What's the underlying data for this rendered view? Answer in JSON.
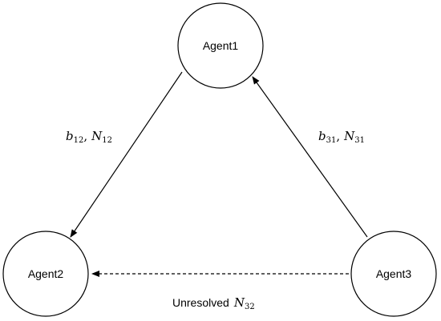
{
  "nodes": {
    "agent1": {
      "label": "Agent1"
    },
    "agent2": {
      "label": "Agent2"
    },
    "agent3": {
      "label": "Agent3"
    }
  },
  "edges": {
    "agent1_to_agent2": {
      "from": "Agent1",
      "to": "Agent2",
      "style": "solid",
      "label": {
        "var1": "b",
        "sub1": "12",
        "sep": ",",
        "var2": "N",
        "sub2": "12"
      }
    },
    "agent3_to_agent1": {
      "from": "Agent3",
      "to": "Agent1",
      "style": "solid",
      "label": {
        "var1": "b",
        "sub1": "31",
        "sep": ",",
        "var2": "N",
        "sub2": "31"
      }
    },
    "agent3_to_agent2": {
      "from": "Agent3",
      "to": "Agent2",
      "style": "dashed",
      "label": {
        "prefix": "Unresolved",
        "var": "N",
        "sub": "32"
      }
    }
  },
  "colors": {
    "stroke": "#000000",
    "background": "#ffffff"
  }
}
